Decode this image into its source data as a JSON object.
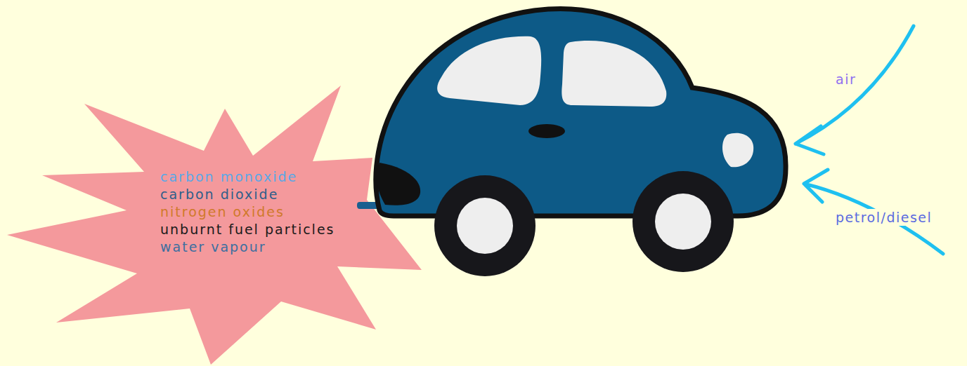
{
  "diagram": {
    "nodes": [
      {
        "text": [
          "carbon monoxide",
          "carbon dioxide",
          "nitrogen oxides",
          "unburnt fuel particles",
          "water vapour"
        ]
      }
    ],
    "labels": [
      "air",
      "petrol/diesel"
    ]
  }
}
